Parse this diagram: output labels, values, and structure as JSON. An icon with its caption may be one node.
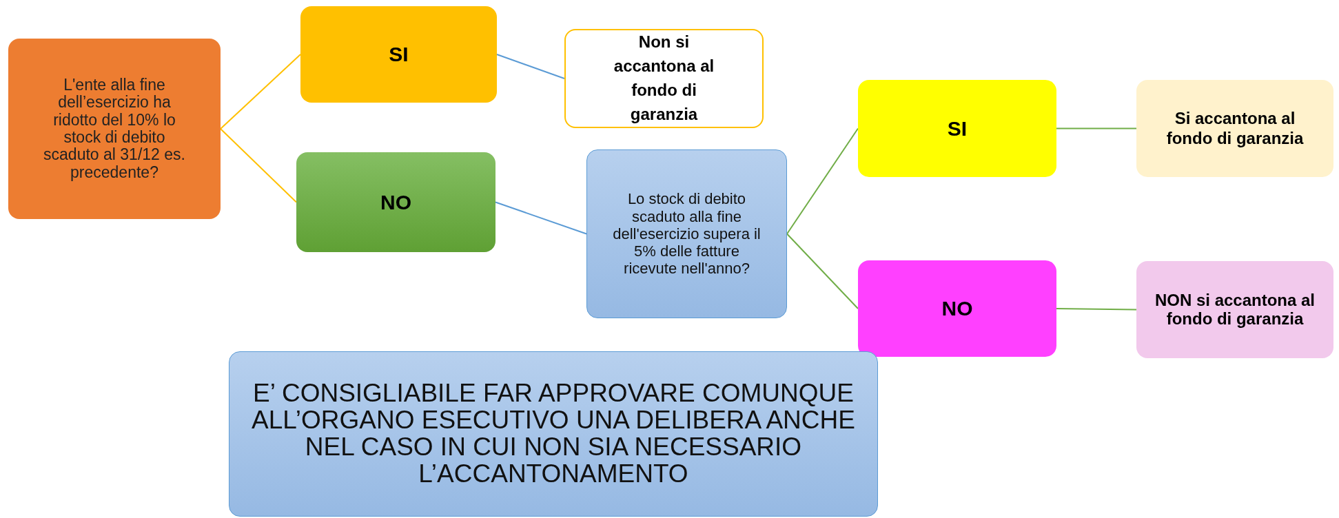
{
  "diagram": {
    "nodes": [
      {
        "text": [
          "L'ente alla fine dell’esercizio ha ridotto del 10% lo stock di debito scaduto al 31/12 es. precedente?"
        ]
      },
      {
        "text": [
          "SI"
        ]
      },
      {
        "text": [
          "NO"
        ]
      },
      {
        "text": [
          "Non si accantona al fondo di garanzia"
        ]
      },
      {
        "text": [
          "Lo stock di debito scaduto alla fine dell'esercizio supera il 5% delle fatture ricevute nell'anno?"
        ]
      },
      {
        "text": [
          "SI"
        ]
      },
      {
        "text": [
          "NO"
        ]
      },
      {
        "text": [
          "Si accantona al fondo di garanzia"
        ]
      },
      {
        "text": [
          "NON si accantona al fondo di garanzia"
        ]
      },
      {
        "text": [
          "E’ CONSIGLIABILE FAR APPROVARE COMUNQUE ALL’ORGANO ESECUTIVO UNA DELIBERA ANCHE NEL CASO IN CUI NON SIA NECESSARIO L’ACCANTONAMENTO"
        ]
      }
    ],
    "edges": [
      {
        "from": 0,
        "to": 1,
        "arrow": "none",
        "color": "#ffc000"
      },
      {
        "from": 0,
        "to": 2,
        "arrow": "none",
        "color": "#ffc000"
      },
      {
        "from": 1,
        "to": 3,
        "arrow": "none",
        "color": "#5b9bd5"
      },
      {
        "from": 2,
        "to": 4,
        "arrow": "none",
        "color": "#5b9bd5"
      },
      {
        "from": 4,
        "to": 5,
        "arrow": "none"
      },
      {
        "from": 4,
        "to": 6,
        "arrow": "none"
      },
      {
        "from": 5,
        "to": 7,
        "arrow": "none"
      },
      {
        "from": 6,
        "to": 8,
        "arrow": "none"
      }
    ]
  }
}
